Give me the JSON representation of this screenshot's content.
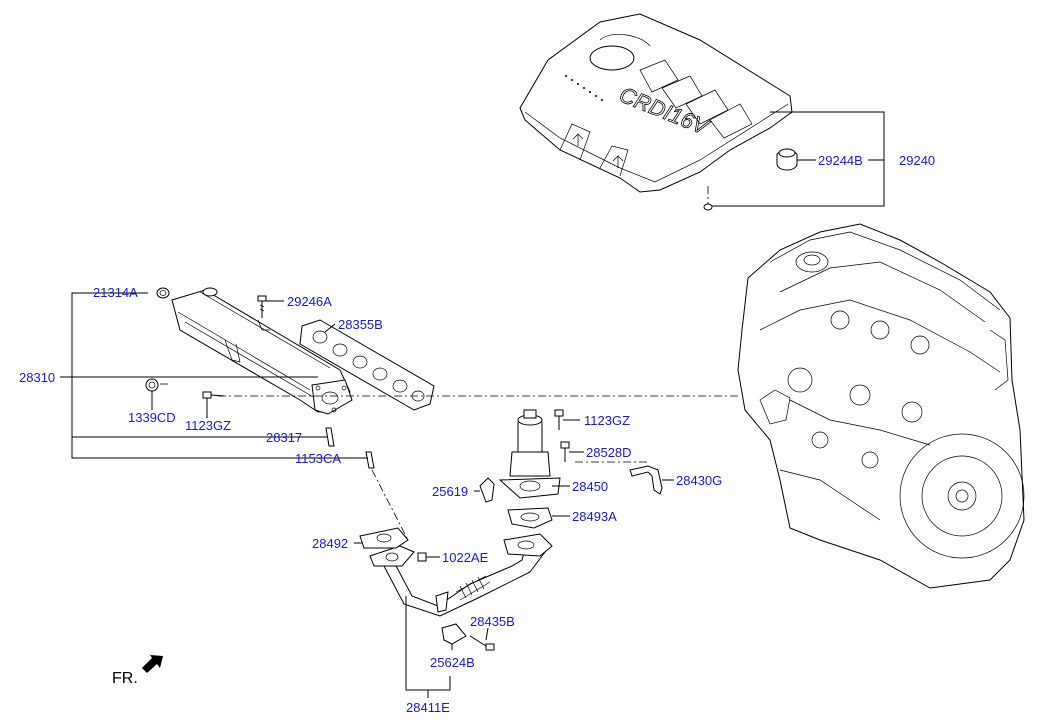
{
  "labels": {
    "p29244B": "29244B",
    "p29240": "29240",
    "p21314A": "21314A",
    "p29246A": "29246A",
    "p28355B": "28355B",
    "p28310": "28310",
    "p1339CD": "1339CD",
    "p1123GZ_a": "1123GZ",
    "p28317": "28317",
    "p1153CA": "1153CA",
    "p1123GZ_b": "1123GZ",
    "p28528D": "28528D",
    "p25619": "25619",
    "p28450": "28450",
    "p28430G": "28430G",
    "p28493A": "28493A",
    "p28492": "28492",
    "p1022AE": "1022AE",
    "p28435B": "28435B",
    "p25624B": "25624B",
    "p28411E": "28411E",
    "front": "FR.",
    "cover_text": "CRDI16V"
  }
}
